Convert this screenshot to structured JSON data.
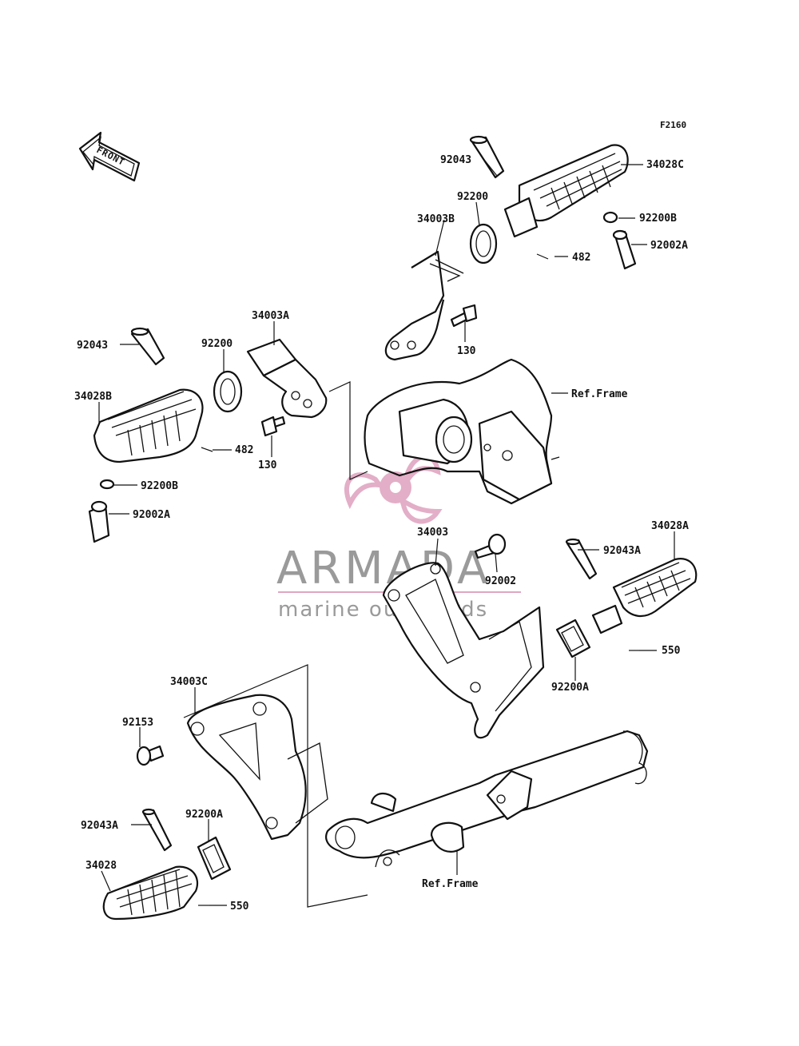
{
  "diagram_code": "F2160",
  "front_label": "FRONT",
  "watermark": {
    "brand": "ARMADA",
    "tagline": "marine outboards",
    "color": "#e0a6c2",
    "text_color": "#9a9a9a"
  },
  "labels": {
    "p_92043_top": "92043",
    "p_34028C": "34028C",
    "p_92200_top": "92200",
    "p_34003B": "34003B",
    "p_92200B_top": "92200B",
    "p_92002A_top": "92002A",
    "p_482_top": "482",
    "p_130_top": "130",
    "p_ref_frame_top": "Ref.Frame",
    "p_92043_left": "92043",
    "p_34003A": "34003A",
    "p_92200_left": "92200",
    "p_34028B": "34028B",
    "p_482_left": "482",
    "p_130_left": "130",
    "p_92200B_left": "92200B",
    "p_92002A_left": "92002A",
    "p_34003": "34003",
    "p_92002": "92002",
    "p_34028A": "34028A",
    "p_92043A_right": "92043A",
    "p_550_right": "550",
    "p_92200A_right": "92200A",
    "p_34003C": "34003C",
    "p_92153": "92153",
    "p_92043A_left": "92043A",
    "p_92200A_left": "92200A",
    "p_34028": "34028",
    "p_550_left": "550",
    "p_ref_frame_bottom": "Ref.Frame"
  }
}
